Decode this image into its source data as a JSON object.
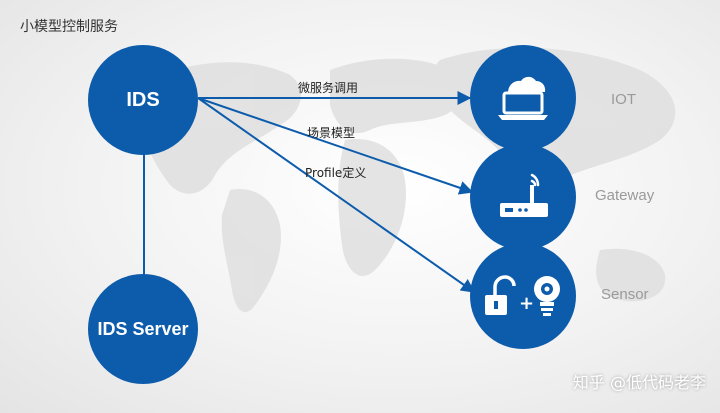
{
  "title": "小模型控制服务",
  "colors": {
    "primary": "#0d5cab",
    "map": "#d9d9d9"
  },
  "nodes": {
    "ids": "IDS",
    "ids_server": "IDS Server",
    "iot": "IOT",
    "gateway": "Gateway",
    "sensor": "Sensor"
  },
  "edges": {
    "iot": "微服务调用",
    "gateway": "场景模型",
    "sensor": "Profile定义"
  },
  "icons": {
    "iot": "cloud-laptop-icon",
    "gateway": "router-icon",
    "sensor_lock": "unlock-icon",
    "sensor_plus": "+",
    "sensor_bulb": "lightbulb-gear-icon"
  },
  "watermark": "知乎 @低代码老李"
}
